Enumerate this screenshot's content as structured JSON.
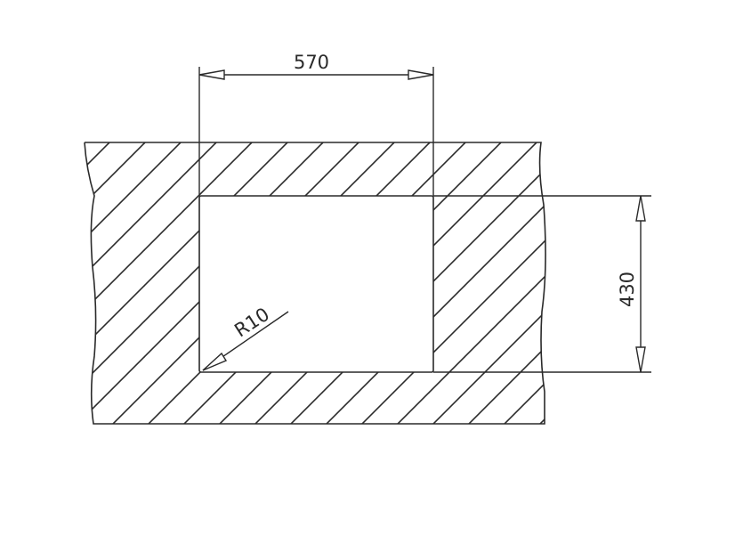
{
  "drawing": {
    "width_dimension": "570",
    "height_dimension": "430",
    "corner_radius_label": "R10",
    "line_color": "#2a2a2a",
    "hatch": "diagonal-45"
  }
}
